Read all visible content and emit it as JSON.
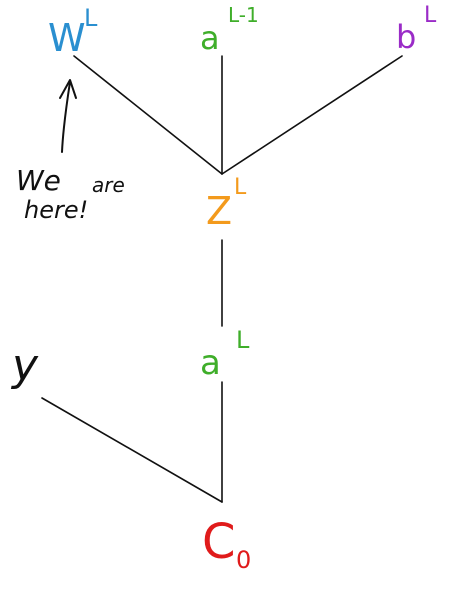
{
  "nodes": {
    "w": {
      "base": "W",
      "sup": "L",
      "color": "#2a8fd0"
    },
    "a_prev": {
      "base": "a",
      "sup": "L-1",
      "color": "#3fae2a"
    },
    "b": {
      "base": "b",
      "sup": "L",
      "color": "#9a2bc7"
    },
    "z": {
      "base": "Z",
      "sup": "L",
      "color": "#f39a1c"
    },
    "a": {
      "base": "a",
      "sup": "L",
      "color": "#3fae2a"
    },
    "y": {
      "base": "y",
      "sup": "",
      "color": "#111111"
    },
    "cost": {
      "base": "C",
      "sub": "0",
      "color": "#e01b1b"
    }
  },
  "annotation": {
    "line1_a": "We",
    "line1_b": "are",
    "line2": "here!",
    "color": "#111111"
  },
  "edge_color": "#111111"
}
